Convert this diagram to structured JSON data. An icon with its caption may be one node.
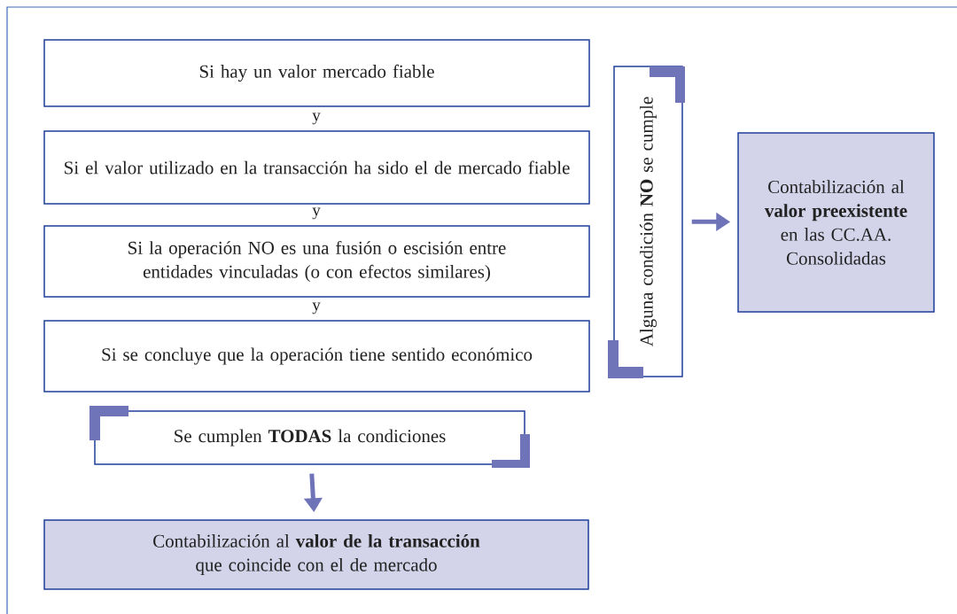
{
  "diagram": {
    "nodes": [
      {
        "text": [
          "Si hay un valor mercado fiable"
        ]
      },
      {
        "text": [
          "Si el valor utilizado en la transacción ha sido el de mercado fiable"
        ]
      },
      {
        "text": [
          "Si la operación NO es una fusión o escisión entre entidades vinculadas (o con efectos similares)"
        ]
      },
      {
        "text": [
          "Si se concluye que la operación tiene sentido económico"
        ]
      },
      {
        "text": [
          "Se cumplen **TODAS** la condiciones"
        ]
      },
      {
        "text": [
          "Contabilización al **valor de la transacción** que coincide con el de mercado"
        ]
      },
      {
        "text": [
          "Alguna condición **NO** se cumple"
        ]
      },
      {
        "text": [
          "Contabilización al **valor preexistente** en las CC.AA. Consolidadas"
        ]
      }
    ],
    "edges": [
      {
        "from": 4,
        "to": 5,
        "arrow": "to"
      },
      {
        "from": 6,
        "to": 7,
        "arrow": "to"
      }
    ],
    "labels": [
      "y",
      "y",
      "y"
    ]
  }
}
